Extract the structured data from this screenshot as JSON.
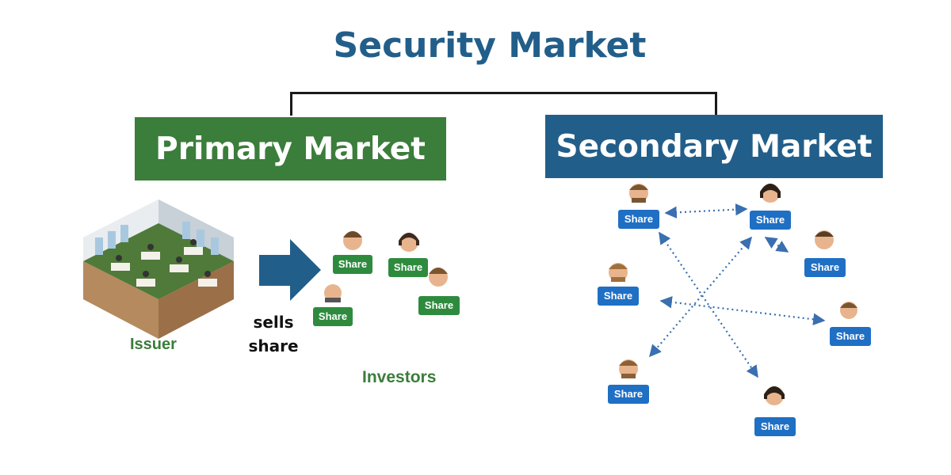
{
  "title": "Security Market",
  "primary": {
    "heading": "Primary Market",
    "issuer_label": "Issuer",
    "arrow_label": "sells share",
    "investors_label": "Investors",
    "share_label": "Share"
  },
  "secondary": {
    "heading": "Secondary Market",
    "share_label": "Share"
  },
  "colors": {
    "title": "#225e8a",
    "primary_green": "#3b7d3a",
    "secondary_blue": "#225e8a",
    "share_badge_green": "#2e8b3e",
    "share_badge_blue": "#1f6fc4"
  },
  "icons": [
    "office-building-icon",
    "right-arrow-icon",
    "investor-person-icon",
    "double-headed-dotted-arrow-icon"
  ]
}
